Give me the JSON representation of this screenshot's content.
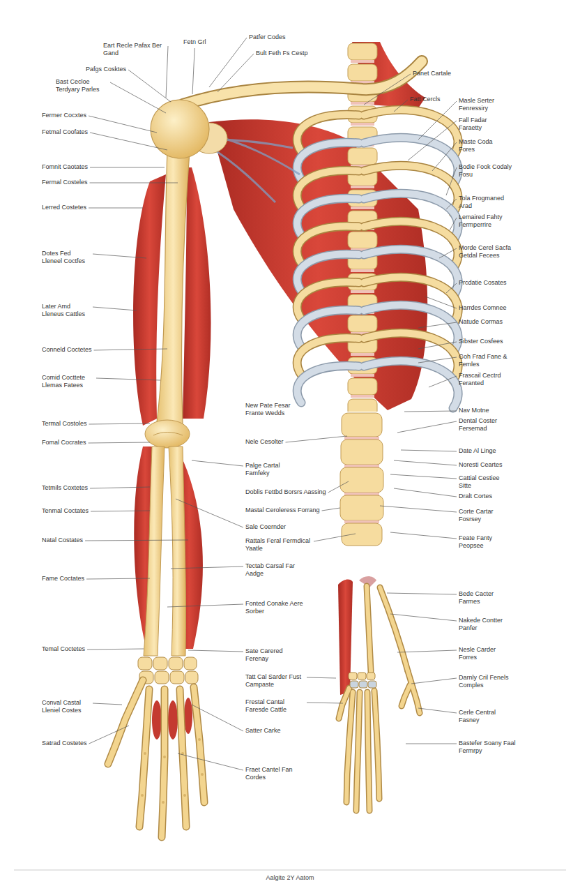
{
  "diagram": {
    "caption": "Aalgite 2Y Aatom",
    "labels": [
      "Eart Recle Pafax Ber Gand",
      "Fetn Grl",
      "Patfer Codes",
      "Bult Feth Fs Cestp",
      "Pafgs Cosktes",
      "Bast Cecloe Terdyary Parles",
      "Fermer Cocxtes",
      "Fetmal Coofates",
      "Fomnit Caotates",
      "Fermal Costeles",
      "Lerred Costetes",
      "Dotes Fed Lleneel Coctfes",
      "Later Amd Lleneus Cattles",
      "Conneld Coctetes",
      "Comid Cocttete Llemas Fatees",
      "Termal Costoles",
      "Fomal Cocrates",
      "Tetmils Coxtetes",
      "Tenmal Coctates",
      "Natal Costates",
      "Fame Coctates",
      "Temal Coctetes",
      "Conval Castal Lleniel Costes",
      "Satrad Costetes",
      "Panet Cartale",
      "Fatt Cercls",
      "Masle Serter Fenressiry",
      "Fall Fadar Faraetty",
      "Maste Coda Fores",
      "Bodie Fook Codaly Fosu",
      "Tola Frogmaned Arad",
      "Lemaired Fahty Fermperrire",
      "Morde Cerel Sacfa Getdal Fecees",
      "Prcdatie Cosates",
      "Harrdes Comnee",
      "Natude Cormas",
      "Sibster Cosfees",
      "Goh Frad Fane & Femles",
      "Frascail Cectrd Feranted",
      "Nav Motne",
      "Dental Coster Fersemad",
      "Date Al Linge",
      "Noresti Ceartes",
      "Cattial Cestiee Sitte",
      "Dralt Cortes",
      "Corte Cartar Fosrsey",
      "Feate Fanty Peopsee",
      "New Pate Fesar Frante Wedds",
      "Nele Cesolter",
      "Palge Cartal Famfeky",
      "Doblis Fettbd Borsrs Aassing",
      "Mastal Ceroleress Forrang",
      "Sale Coernder",
      "Rattals Feral Fermdical Yaatle",
      "Tectab Carsal Far Aadge",
      "Fonted Conake Aere Sorber",
      "Sate Carered Ferenay",
      "Tatt Cal Sarder Fust Campaste",
      "Frestal Cantal Faresde Cattle",
      "Satter Carke",
      "Fraet Cantel Fan Cordes",
      "Bede Cacter Farmes",
      "Nakede Contter Panfer",
      "Nesle Carder Forres",
      "Darnly Cril Fenels Comples",
      "Cerle Central Fasney",
      "Bastefer Soany Faal Fermrpy"
    ]
  }
}
